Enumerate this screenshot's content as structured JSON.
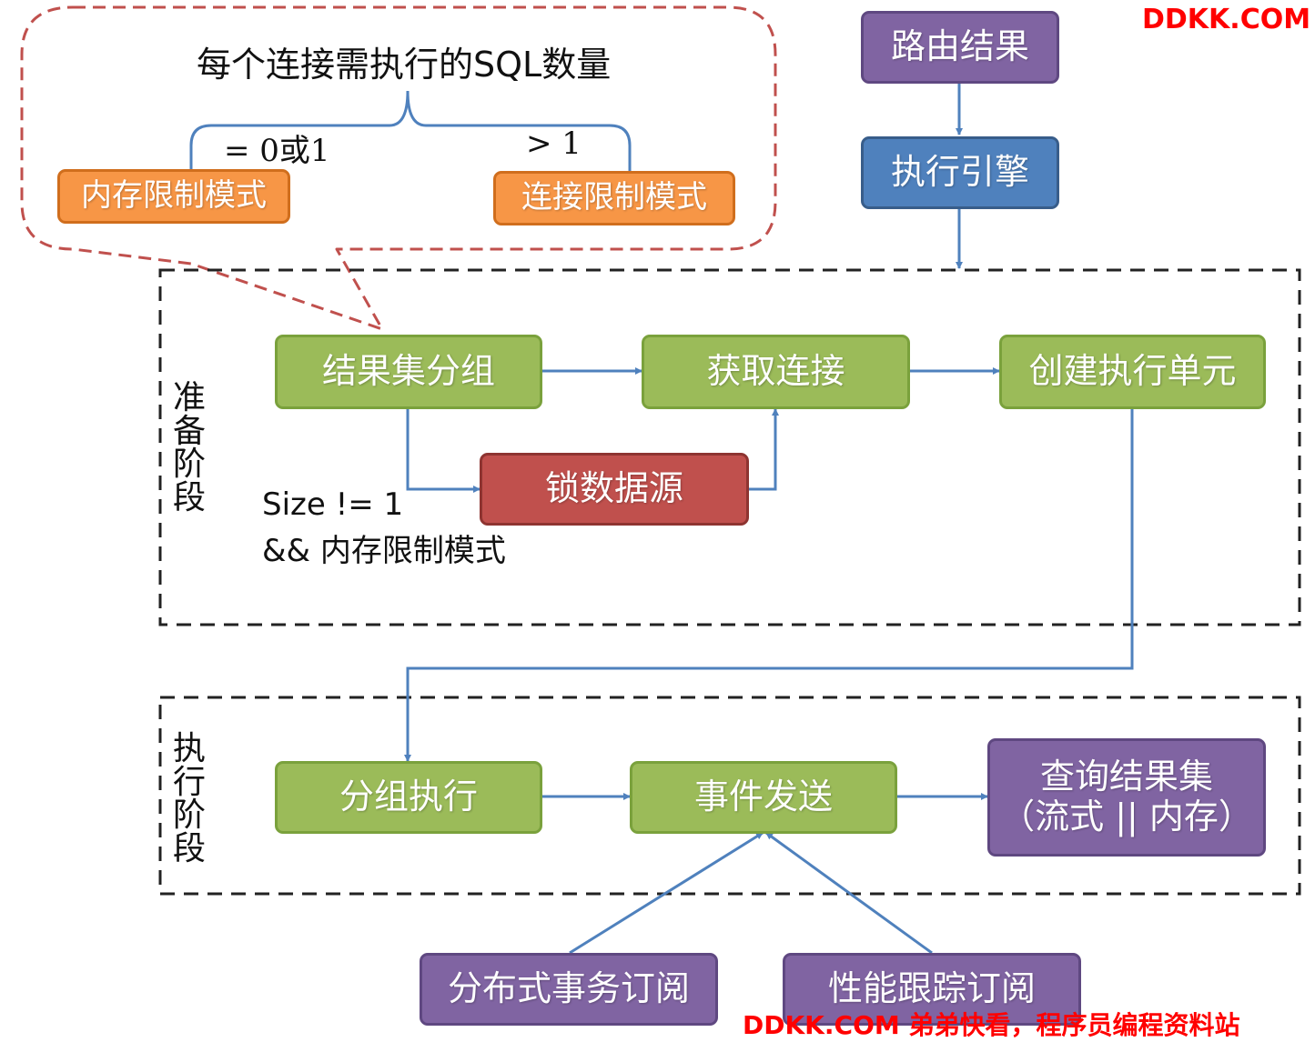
{
  "memory_balloon": {
    "title": "每个连接需执行的SQL数量",
    "left_condition": "= 0或1",
    "right_condition": "> 1",
    "left_mode": "内存限制模式",
    "right_mode": "连接限制模式"
  },
  "flow": {
    "route_result": "路由结果",
    "execution_engine": "执行引擎",
    "prepare_stage": [
      "准",
      "备",
      "阶",
      "段"
    ],
    "execute_stage": [
      "执",
      "行",
      "阶",
      "段"
    ],
    "group_result_set": "结果集分组",
    "get_connection": "获取连接",
    "create_execution_unit": "创建执行单元",
    "lock_data_source": "锁数据源",
    "lock_condition_line1": "Size != 1",
    "lock_condition_line2": "&& 内存限制模式",
    "group_execute": "分组执行",
    "event_dispatch": "事件发送",
    "query_result_line1": "查询结果集",
    "query_result_line2": "（流式 || 内存）",
    "distributed_tx_subscribe": "分布式事务订阅",
    "perf_trace_subscribe": "性能跟踪订阅"
  },
  "watermark": {
    "top": "DDKK.COM",
    "bottom": "DDKK.COM 弟弟快看，程序员编程资料站"
  },
  "colors": {
    "green": "#9bbb59",
    "purple": "#8064a2",
    "blue": "#4f81bd",
    "red": "#c0504d",
    "orange": "#f79646",
    "arrow": "#4f81bd",
    "balloon_border": "#c0504d",
    "watermark": "#ff0000"
  }
}
